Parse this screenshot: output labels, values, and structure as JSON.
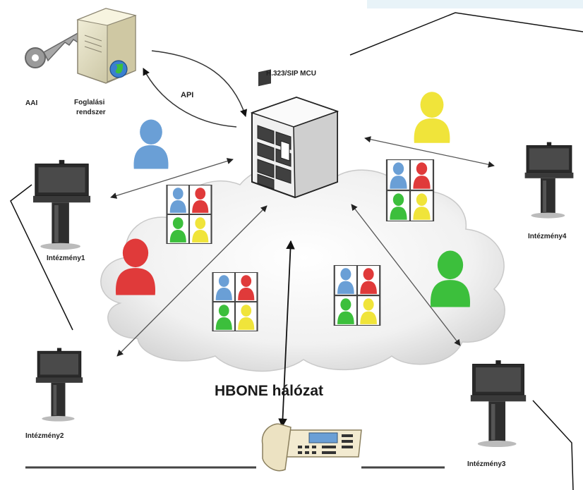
{
  "labels": {
    "aai": "AAI",
    "booking_line1": "Foglalási",
    "booking_line2": "rendszer",
    "api": "API",
    "mcu": "H.323/SIP MCU",
    "network": "HBONE hálózat",
    "inst1": "Intézmény1",
    "inst2": "Intézmény2",
    "inst3": "Intézmény3",
    "inst4": "Intézmény4"
  },
  "icons": {
    "key": "key-icon",
    "server": "server-icon",
    "globe": "globe-icon",
    "mcu": "mcu-server-icon",
    "telepresence": "videoconference-terminal-icon",
    "person": "person-icon",
    "phone": "desk-phone-icon",
    "cloud": "cloud-icon",
    "mosaic": "video-mosaic-icon"
  },
  "colors": {
    "person_blue": "#6a9fd6",
    "person_red": "#e03a3a",
    "person_green": "#3cbf3c",
    "person_yellow": "#f0e43a",
    "cloud": "#eeeeee",
    "accent_bar": "#e8f3f8"
  }
}
